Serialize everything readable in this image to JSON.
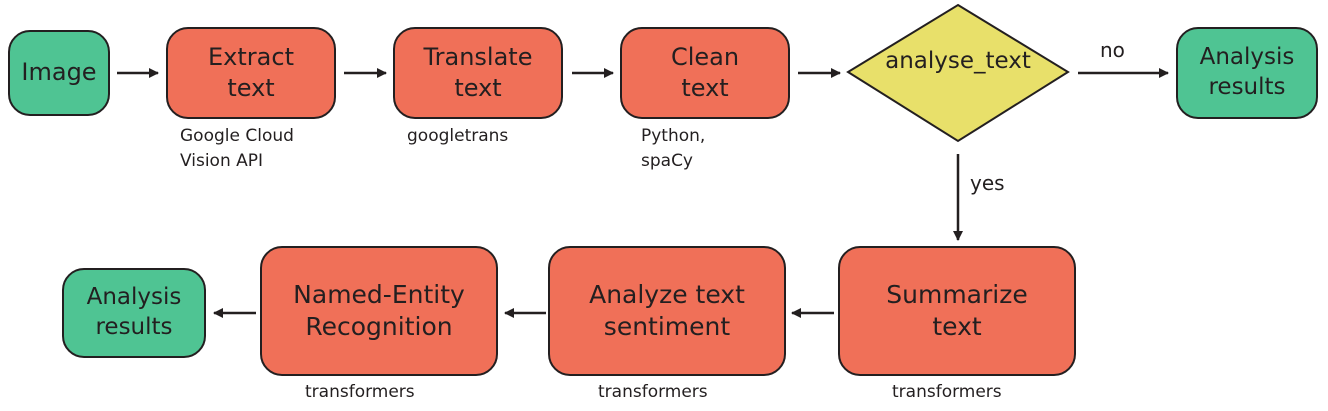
{
  "colors": {
    "terminal": "#4fc493",
    "process": "#f07058",
    "decision": "#e8e06a",
    "stroke": "#231f20"
  },
  "nodes": {
    "image": {
      "line1": "Image"
    },
    "extract": {
      "line1": "Extract",
      "line2": "text",
      "note1": "Google Cloud",
      "note2": "Vision API"
    },
    "translate": {
      "line1": "Translate",
      "line2": "text",
      "note1": "googletrans"
    },
    "clean": {
      "line1": "Clean",
      "line2": "text",
      "note1": "Python,",
      "note2": "spaCy"
    },
    "decision": {
      "label": "analyse_text"
    },
    "results_top": {
      "line1": "Analysis",
      "line2": "results"
    },
    "summarize": {
      "line1": "Summarize",
      "line2": "text",
      "note1": "transformers"
    },
    "sentiment": {
      "line1": "Analyze text",
      "line2": "sentiment",
      "note1": "transformers"
    },
    "ner": {
      "line1": "Named-Entity",
      "line2": "Recognition",
      "note1": "transformers"
    },
    "results_bottom": {
      "line1": "Analysis",
      "line2": "results"
    }
  },
  "edges": {
    "no_label": "no",
    "yes_label": "yes"
  }
}
